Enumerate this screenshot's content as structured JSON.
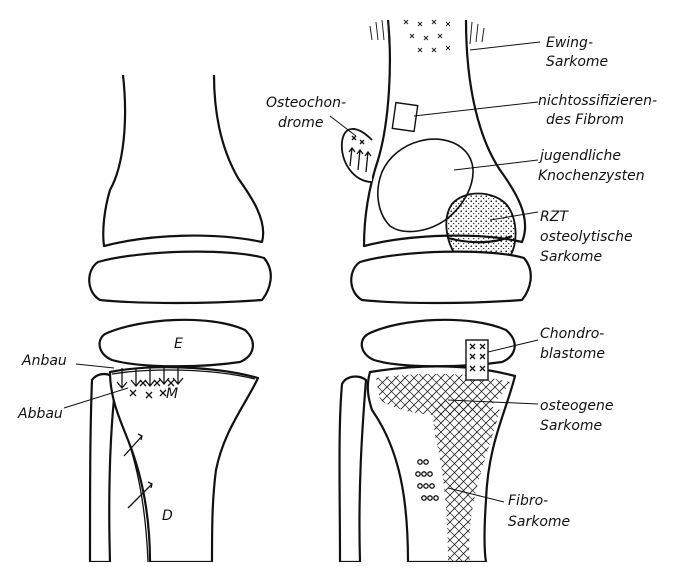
{
  "labels": {
    "ewing": "Ewing-",
    "ewing2": "Sarkome",
    "nof1": "nichtossifizieren-",
    "nof2": "des Fibrom",
    "osteo1": "Osteochon-",
    "osteo2": "drome",
    "cyst1": "jugendliche",
    "cyst2": "Knochenzysten",
    "rzt1": "RZT",
    "rzt2": "osteolytische",
    "rzt3": "Sarkome",
    "chondro1": "Chondro-",
    "chondro2": "blastome",
    "osteogen1": "osteogene",
    "osteogen2": "Sarkome",
    "fibro1": "Fibro-",
    "fibro2": "Sarkome",
    "anbau": "Anbau",
    "abbau": "Abbau",
    "e": "E",
    "m": "M",
    "d": "D"
  }
}
